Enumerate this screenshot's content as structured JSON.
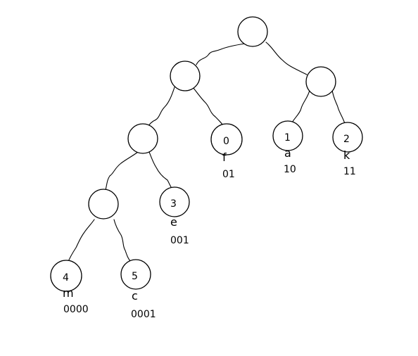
{
  "tree": {
    "leaves": [
      {
        "index": "0",
        "symbol": "f",
        "code": "01"
      },
      {
        "index": "1",
        "symbol": "a",
        "code": "10"
      },
      {
        "index": "2",
        "symbol": "k",
        "code": "11"
      },
      {
        "index": "3",
        "symbol": "e",
        "code": "001"
      },
      {
        "index": "4",
        "symbol": "m",
        "code": "0000"
      },
      {
        "index": "5",
        "symbol": "c",
        "code": "0001"
      }
    ]
  }
}
